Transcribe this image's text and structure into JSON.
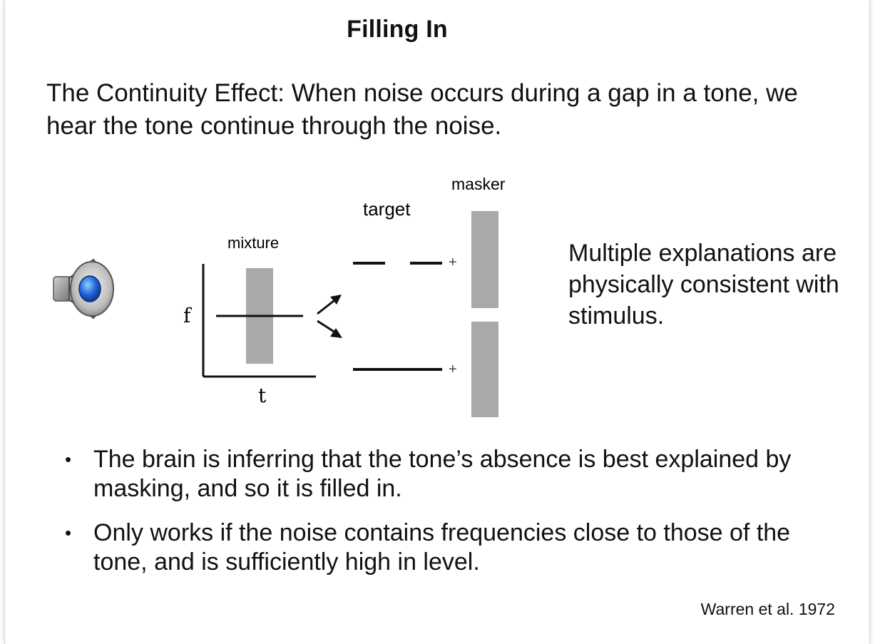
{
  "slide": {
    "title": "Filling In",
    "intro": "The Continuity Effect: When noise occurs during a gap in a tone, we hear the tone continue through the noise.",
    "diagram": {
      "label_mixture": "mixture",
      "label_target": "target",
      "label_masker": "masker",
      "axis_f": "f",
      "axis_t": "t",
      "plus": "+"
    },
    "side_note": "Multiple explanations are physically consistent with stimulus.",
    "bullets": [
      "The brain is inferring that the tone’s absence is best explained by masking, and so it is filled in.",
      "Only works if the noise contains frequencies close to those of the tone, and is sufficiently high in level."
    ],
    "bullet_symbol": "•",
    "citation": "Warren et al. 1972",
    "colors": {
      "noise_bar": "#a9a9a9",
      "speaker_cone": "#1f63d8",
      "plus_sign": "#444444"
    }
  }
}
